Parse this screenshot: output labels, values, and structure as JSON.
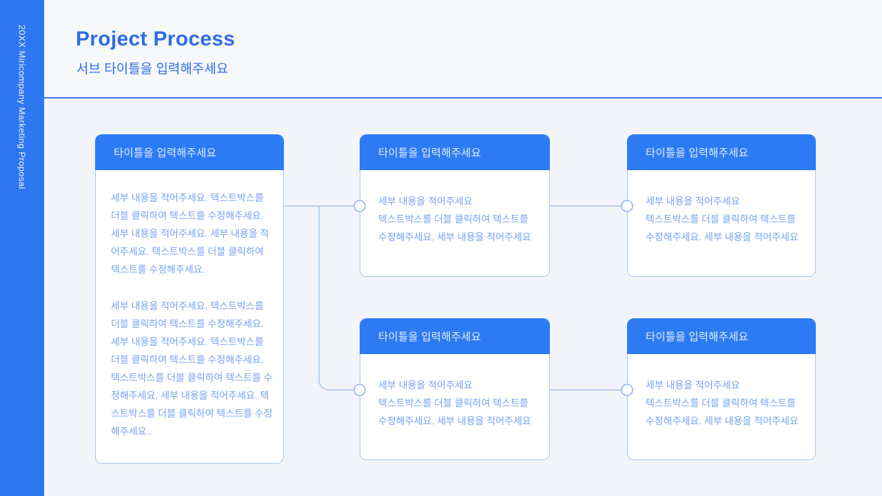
{
  "sidebar": {
    "label": "20XX Miricompany Marketing Proposal"
  },
  "header": {
    "title": "Project Process",
    "subtitle": "서브 타이틀을 입력해주세요"
  },
  "cards": [
    {
      "title": "타이틀을 입력해주세요",
      "para1": "세부 내용을 적어주세요. 텍스트박스를 더블 클릭하여 텍스트를 수정해주세요. 세부 내용을 적어주세요. 세부 내용을 적어주세요. 텍스트박스를 더블 클릭하여 텍스트를 수정해주세요.",
      "para2": "세부 내용을 적어주세요. 텍스트박스를 더블 클릭하여 텍스트를 수정해주세요. 세부 내용을 적어주세요. 텍스트박스를 더블 클릭하여 텍스트를 수정해주세요. 텍스트박스를 더블 클릭하여 텍스트를 수정해주세요. 세부 내용을 적어주세요. 텍스트박스를 더블 클릭하여 텍스트를 수정해주세요.."
    },
    {
      "title": "타이틀을 입력해주세요",
      "body": "세부 내용을 적어주세요\n텍스트박스를 더블 클릭하여 텍스트를 수정해주세요. 세부 내용을 적어주세요"
    },
    {
      "title": "타이틀을 입력해주세요",
      "body": "세부 내용을 적어주세요\n텍스트박스를 더블 클릭하여 텍스트를 수정해주세요. 세부 내용을 적어주세요"
    },
    {
      "title": "타이틀을 입력해주세요",
      "body": "세부 내용을 적어주세요\n텍스트박스를 더블 클릭하여 텍스트를 수정해주세요. 세부 내용을 적어주세요"
    },
    {
      "title": "타이틀을 입력해주세요",
      "body": "세부 내용을 적어주세요\n텍스트박스를 더블 클릭하여 텍스트를 수정해주세요. 세부 내용을 적어주세요"
    }
  ],
  "colors": {
    "sidebar_blue": "#2e76f2",
    "card_header_blue": "#2d7bf4",
    "title_blue": "#2d6ce6",
    "body_text_blue": "#76a3f1",
    "card_border": "#a8c6f0",
    "connector_line": "#a6c2ee",
    "connector_node_stroke": "#8fb2ea",
    "divider_blue": "#3f74dd",
    "background": "#f2f4f9"
  }
}
